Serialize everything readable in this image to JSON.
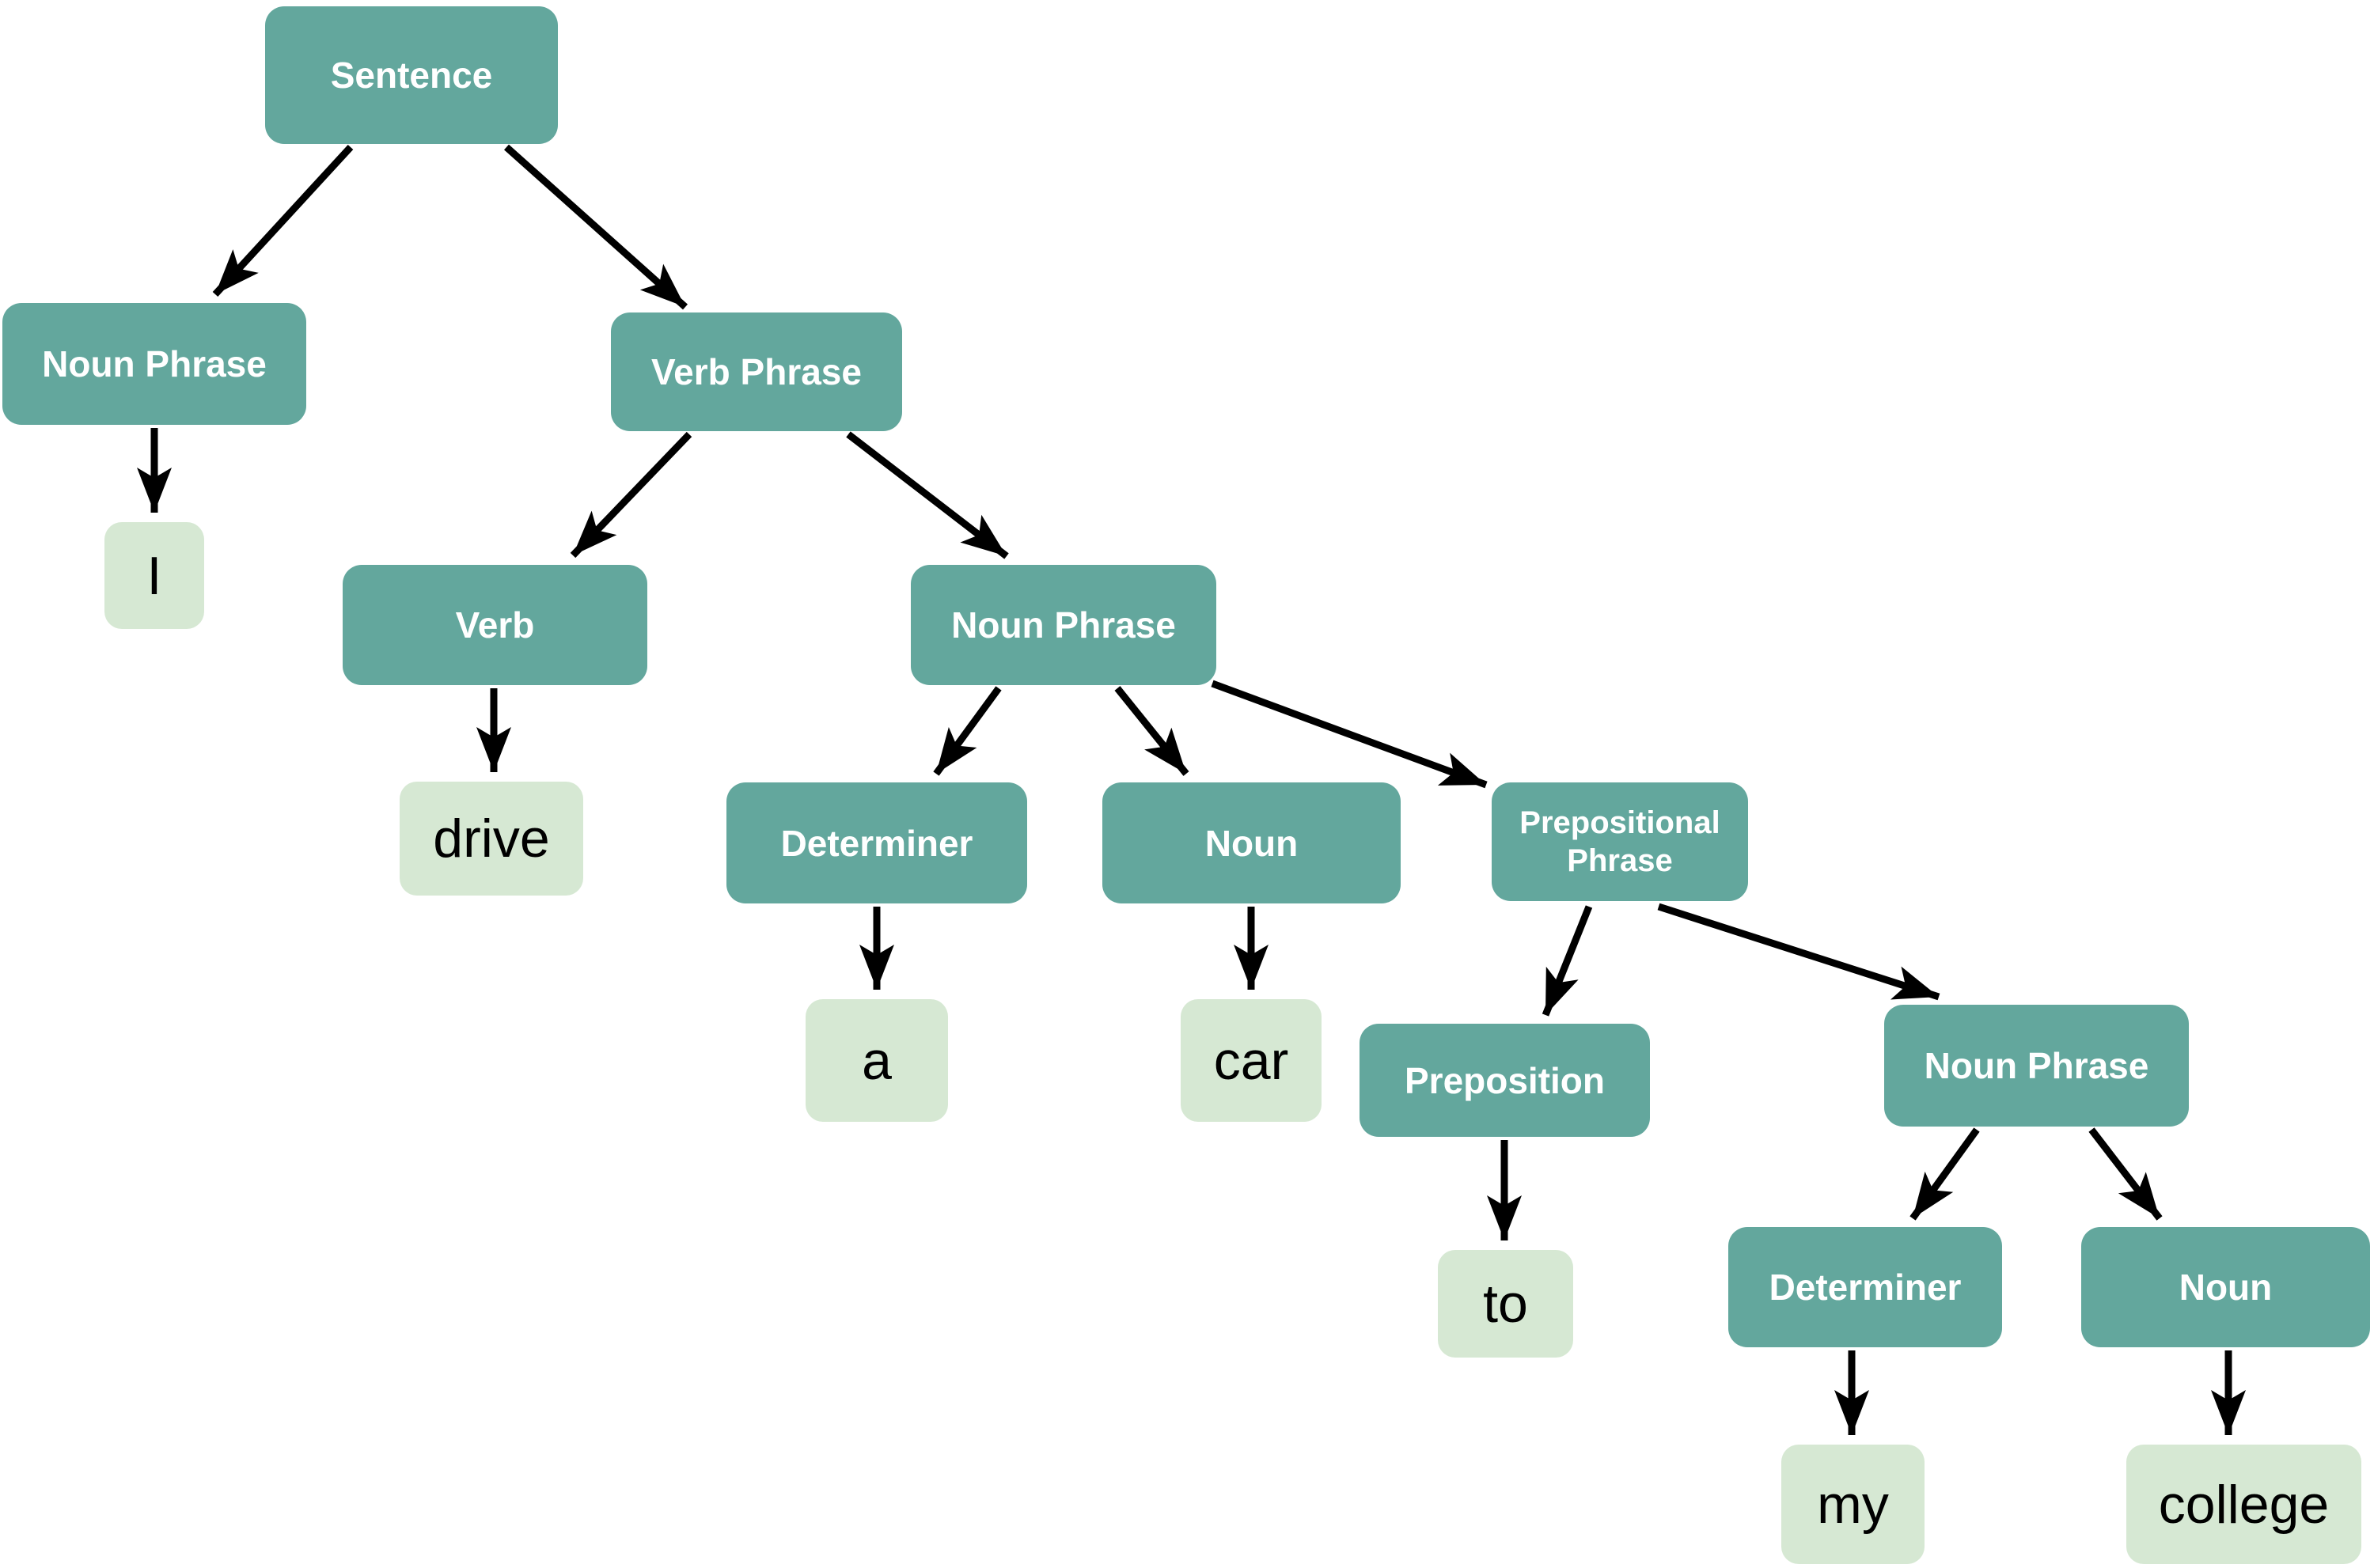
{
  "colors": {
    "background": "#ffffff",
    "category-fill": "#63a79d",
    "category-text": "#ffffff",
    "word-fill": "#d6e8d3",
    "word-text": "#000000",
    "arrow": "#000000"
  },
  "nodes": {
    "sentence": {
      "label": "Sentence",
      "type": "category"
    },
    "np_left": {
      "label": "Noun Phrase",
      "type": "category"
    },
    "vp": {
      "label": "Verb Phrase",
      "type": "category"
    },
    "verb": {
      "label": "Verb",
      "type": "category"
    },
    "np_mid": {
      "label": "Noun Phrase",
      "type": "category"
    },
    "det_left": {
      "label": "Determiner",
      "type": "category"
    },
    "noun_mid": {
      "label": "Noun",
      "type": "category"
    },
    "pp": {
      "label": "Prepositional Phrase",
      "type": "category"
    },
    "prep": {
      "label": "Preposition",
      "type": "category"
    },
    "np_right": {
      "label": "Noun Phrase",
      "type": "category"
    },
    "det_right": {
      "label": "Determiner",
      "type": "category"
    },
    "noun_right": {
      "label": "Noun",
      "type": "category"
    },
    "word_i": {
      "label": "I",
      "type": "word"
    },
    "word_drive": {
      "label": "drive",
      "type": "word"
    },
    "word_a": {
      "label": "a",
      "type": "word"
    },
    "word_car": {
      "label": "car",
      "type": "word"
    },
    "word_to": {
      "label": "to",
      "type": "word"
    },
    "word_my": {
      "label": "my",
      "type": "word"
    },
    "word_college": {
      "label": "college",
      "type": "word"
    }
  },
  "edges": [
    {
      "from": "sentence",
      "to": "np_left"
    },
    {
      "from": "sentence",
      "to": "vp"
    },
    {
      "from": "np_left",
      "to": "word_i"
    },
    {
      "from": "vp",
      "to": "verb"
    },
    {
      "from": "vp",
      "to": "np_mid"
    },
    {
      "from": "verb",
      "to": "word_drive"
    },
    {
      "from": "np_mid",
      "to": "det_left"
    },
    {
      "from": "np_mid",
      "to": "noun_mid"
    },
    {
      "from": "np_mid",
      "to": "pp"
    },
    {
      "from": "det_left",
      "to": "word_a"
    },
    {
      "from": "noun_mid",
      "to": "word_car"
    },
    {
      "from": "pp",
      "to": "prep"
    },
    {
      "from": "pp",
      "to": "np_right"
    },
    {
      "from": "prep",
      "to": "word_to"
    },
    {
      "from": "np_right",
      "to": "det_right"
    },
    {
      "from": "np_right",
      "to": "noun_right"
    },
    {
      "from": "det_right",
      "to": "word_my"
    },
    {
      "from": "noun_right",
      "to": "word_college"
    }
  ]
}
